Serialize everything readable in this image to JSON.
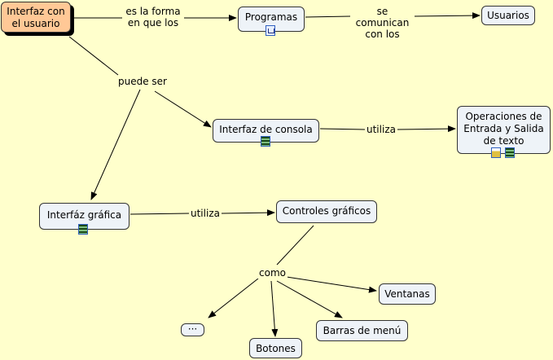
{
  "concepts": {
    "root": "Interfaz con el usuario",
    "programas": "Programas",
    "usuarios": "Usuarios",
    "consola": "Interfaz de consola",
    "operaciones": "Operaciones de Entrada y Salida de texto",
    "grafica": "Interfáz gráfica",
    "controles": "Controles gráficos",
    "ventanas": "Ventanas",
    "barras": "Barras de menú",
    "botones": "Botones",
    "mas": "···"
  },
  "links": {
    "es_la_forma": "es la forma en que los",
    "se_comunican": "se comunican con los",
    "puede_ser": "puede ser",
    "utiliza_consola": "utiliza",
    "utiliza_grafica": "utiliza",
    "como": "como"
  },
  "icons": {
    "programas": "concept-map-icon",
    "consola": "video-icon",
    "operaciones": [
      "document-icon",
      "video-icon"
    ],
    "grafica": "video-icon"
  }
}
